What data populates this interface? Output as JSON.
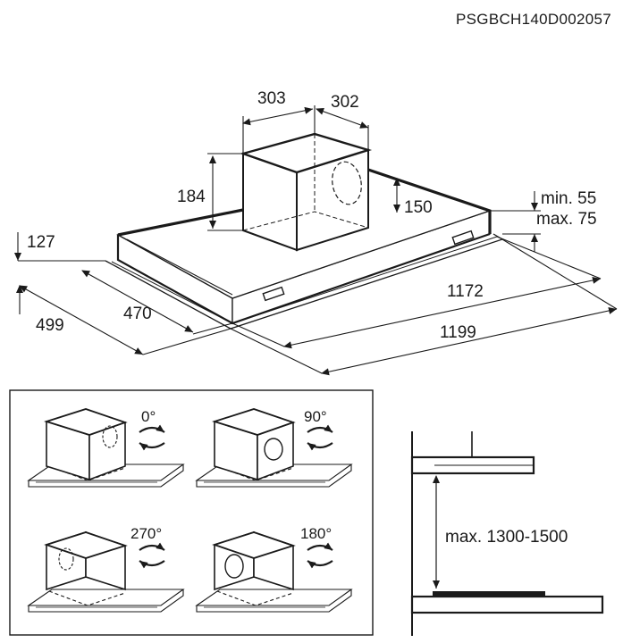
{
  "doc_code": "PSGBCH140D002057",
  "dimensions": {
    "chimney_width_left": "303",
    "chimney_width_right": "302",
    "chimney_height": "184",
    "outlet_height": "150",
    "hood_height": "127",
    "depth_outer": "499",
    "depth_inner": "470",
    "width_inner": "1172",
    "width_outer": "1199",
    "gap_min": "min. 55",
    "gap_max": "max. 75"
  },
  "orientations": {
    "top_left": "0°",
    "top_right": "90°",
    "bottom_left": "270°",
    "bottom_right": "180°"
  },
  "installation": {
    "height_label": "max. 1300-1500"
  }
}
